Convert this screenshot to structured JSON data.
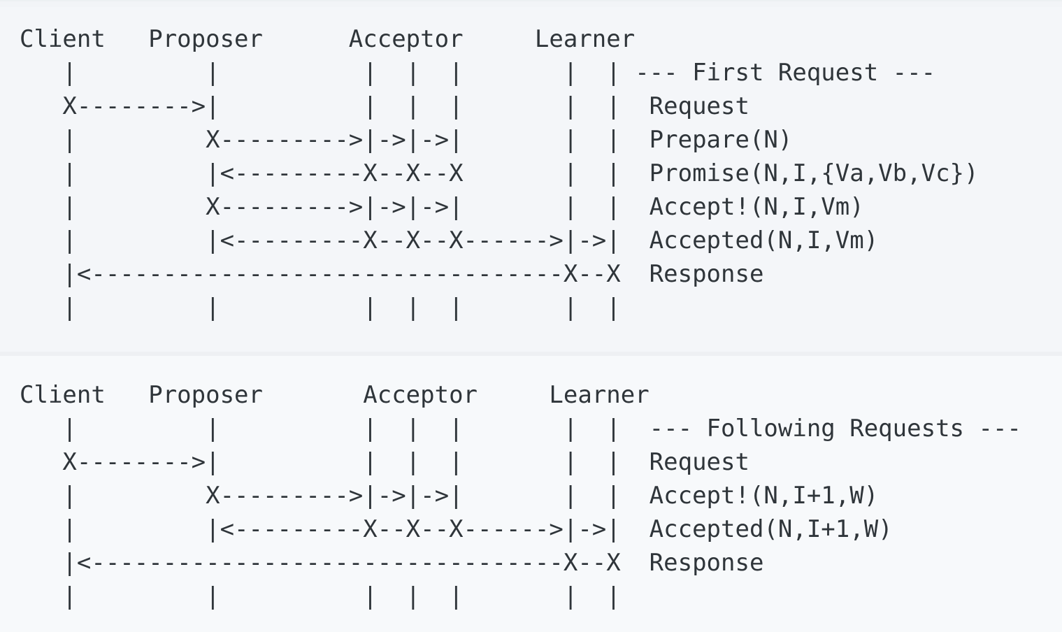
{
  "colors": {
    "block_background_top": "#f4f6f9",
    "block_background_bottom": "#f7f9fb",
    "divider": "#eef0f3",
    "text": "#2f353a"
  },
  "diagram_first_request": {
    "actors": [
      "Client",
      "Proposer",
      "Acceptor",
      "Learner"
    ],
    "section_title": "--- First Request ---",
    "message_labels": [
      "Request",
      "Prepare(N)",
      "Promise(N,I,{Va,Vb,Vc})",
      "Accept!(N,I,Vm)",
      "Accepted(N,I,Vm)",
      "Response"
    ],
    "ascii_lines": [
      "Client   Proposer      Acceptor     Learner",
      "   |         |          |  |  |       |  | --- First Request ---",
      "   X-------->|          |  |  |       |  |  Request",
      "   |         X--------->|->|->|       |  |  Prepare(N)",
      "   |         |<---------X--X--X       |  |  Promise(N,I,{Va,Vb,Vc})",
      "   |         X--------->|->|->|       |  |  Accept!(N,I,Vm)",
      "   |         |<---------X--X--X------>|->|  Accepted(N,I,Vm)",
      "   |<---------------------------------X--X  Response",
      "   |         |          |  |  |       |  |"
    ]
  },
  "diagram_following_requests": {
    "actors": [
      "Client",
      "Proposer",
      "Acceptor",
      "Learner"
    ],
    "section_title": "--- Following Requests ---",
    "message_labels": [
      "Request",
      "Accept!(N,I+1,W)",
      "Accepted(N,I+1,W)",
      "Response"
    ],
    "ascii_lines": [
      "Client   Proposer       Acceptor     Learner",
      "   |         |          |  |  |       |  |  --- Following Requests ---",
      "   X-------->|          |  |  |       |  |  Request",
      "   |         X--------->|->|->|       |  |  Accept!(N,I+1,W)",
      "   |         |<---------X--X--X------>|->|  Accepted(N,I+1,W)",
      "   |<---------------------------------X--X  Response",
      "   |         |          |  |  |       |  |"
    ]
  }
}
